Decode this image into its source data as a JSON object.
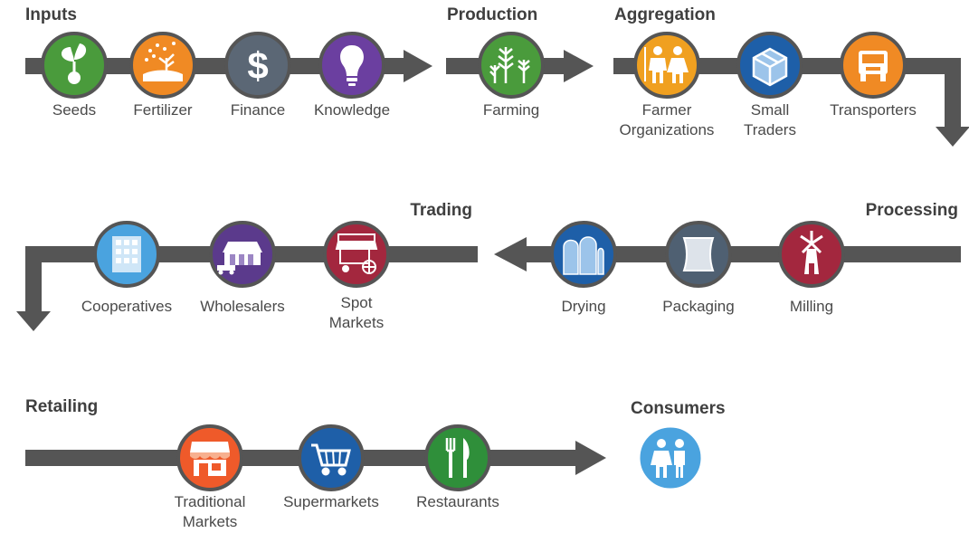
{
  "colors": {
    "track": "#555555",
    "green": "#4a9b3c",
    "orange": "#f08a24",
    "slate": "#5b6775",
    "purple": "#6b3fa0",
    "blue": "#1e5fa8",
    "light_blue": "#4aa3df",
    "red_orange": "#ef5a2a",
    "maroon": "#a3273e",
    "plum": "#5b3a8c",
    "grey_slate": "#4f6072",
    "dark_green": "#2f8f3a"
  },
  "stages": {
    "inputs": {
      "title": "Inputs",
      "items": [
        {
          "label": [
            "Seeds"
          ],
          "icon": "seedling-icon",
          "color": "#4a9b3c"
        },
        {
          "label": [
            "Fertilizer"
          ],
          "icon": "fertilizer-icon",
          "color": "#f08a24"
        },
        {
          "label": [
            "Finance"
          ],
          "icon": "dollar-icon",
          "color": "#5b6775"
        },
        {
          "label": [
            "Knowledge"
          ],
          "icon": "lightbulb-icon",
          "color": "#6b3fa0"
        }
      ]
    },
    "production": {
      "title": "Production",
      "items": [
        {
          "label": [
            "Farming"
          ],
          "icon": "crops-icon",
          "color": "#4a9b3c"
        }
      ]
    },
    "aggregation": {
      "title": "Aggregation",
      "items": [
        {
          "label": [
            "Farmer",
            "Organizations"
          ],
          "icon": "farmers-icon",
          "color": "#f0a020"
        },
        {
          "label": [
            "Small",
            "Traders"
          ],
          "icon": "box-icon",
          "color": "#1e5fa8"
        },
        {
          "label": [
            "Transporters"
          ],
          "icon": "truck-icon",
          "color": "#f08a24"
        }
      ]
    },
    "processing": {
      "title": "Processing",
      "items": [
        {
          "label": [
            "Milling"
          ],
          "icon": "windmill-icon",
          "color": "#a3273e"
        },
        {
          "label": [
            "Packaging"
          ],
          "icon": "bag-icon",
          "color": "#4f6072"
        },
        {
          "label": [
            "Drying"
          ],
          "icon": "silo-icon",
          "color": "#1e5fa8"
        }
      ]
    },
    "trading": {
      "title": "Trading",
      "items": [
        {
          "label": [
            "Spot",
            "Markets"
          ],
          "icon": "cart-stall-icon",
          "color": "#a3273e"
        },
        {
          "label": [
            "Wholesalers"
          ],
          "icon": "warehouse-icon",
          "color": "#5b3a8c"
        },
        {
          "label": [
            "Cooperatives"
          ],
          "icon": "building-icon",
          "color": "#4aa3df"
        }
      ]
    },
    "retailing": {
      "title": "Retailing",
      "items": [
        {
          "label": [
            "Traditional",
            "Markets"
          ],
          "icon": "storefront-icon",
          "color": "#ef5a2a"
        },
        {
          "label": [
            "Supermarkets"
          ],
          "icon": "shopping-cart-icon",
          "color": "#1e5fa8"
        },
        {
          "label": [
            "Restaurants"
          ],
          "icon": "fork-knife-icon",
          "color": "#2f8f3a"
        }
      ]
    },
    "consumers": {
      "title": "Consumers",
      "items": [
        {
          "label": [],
          "icon": "people-icon",
          "color": "#4aa3df"
        }
      ]
    }
  }
}
